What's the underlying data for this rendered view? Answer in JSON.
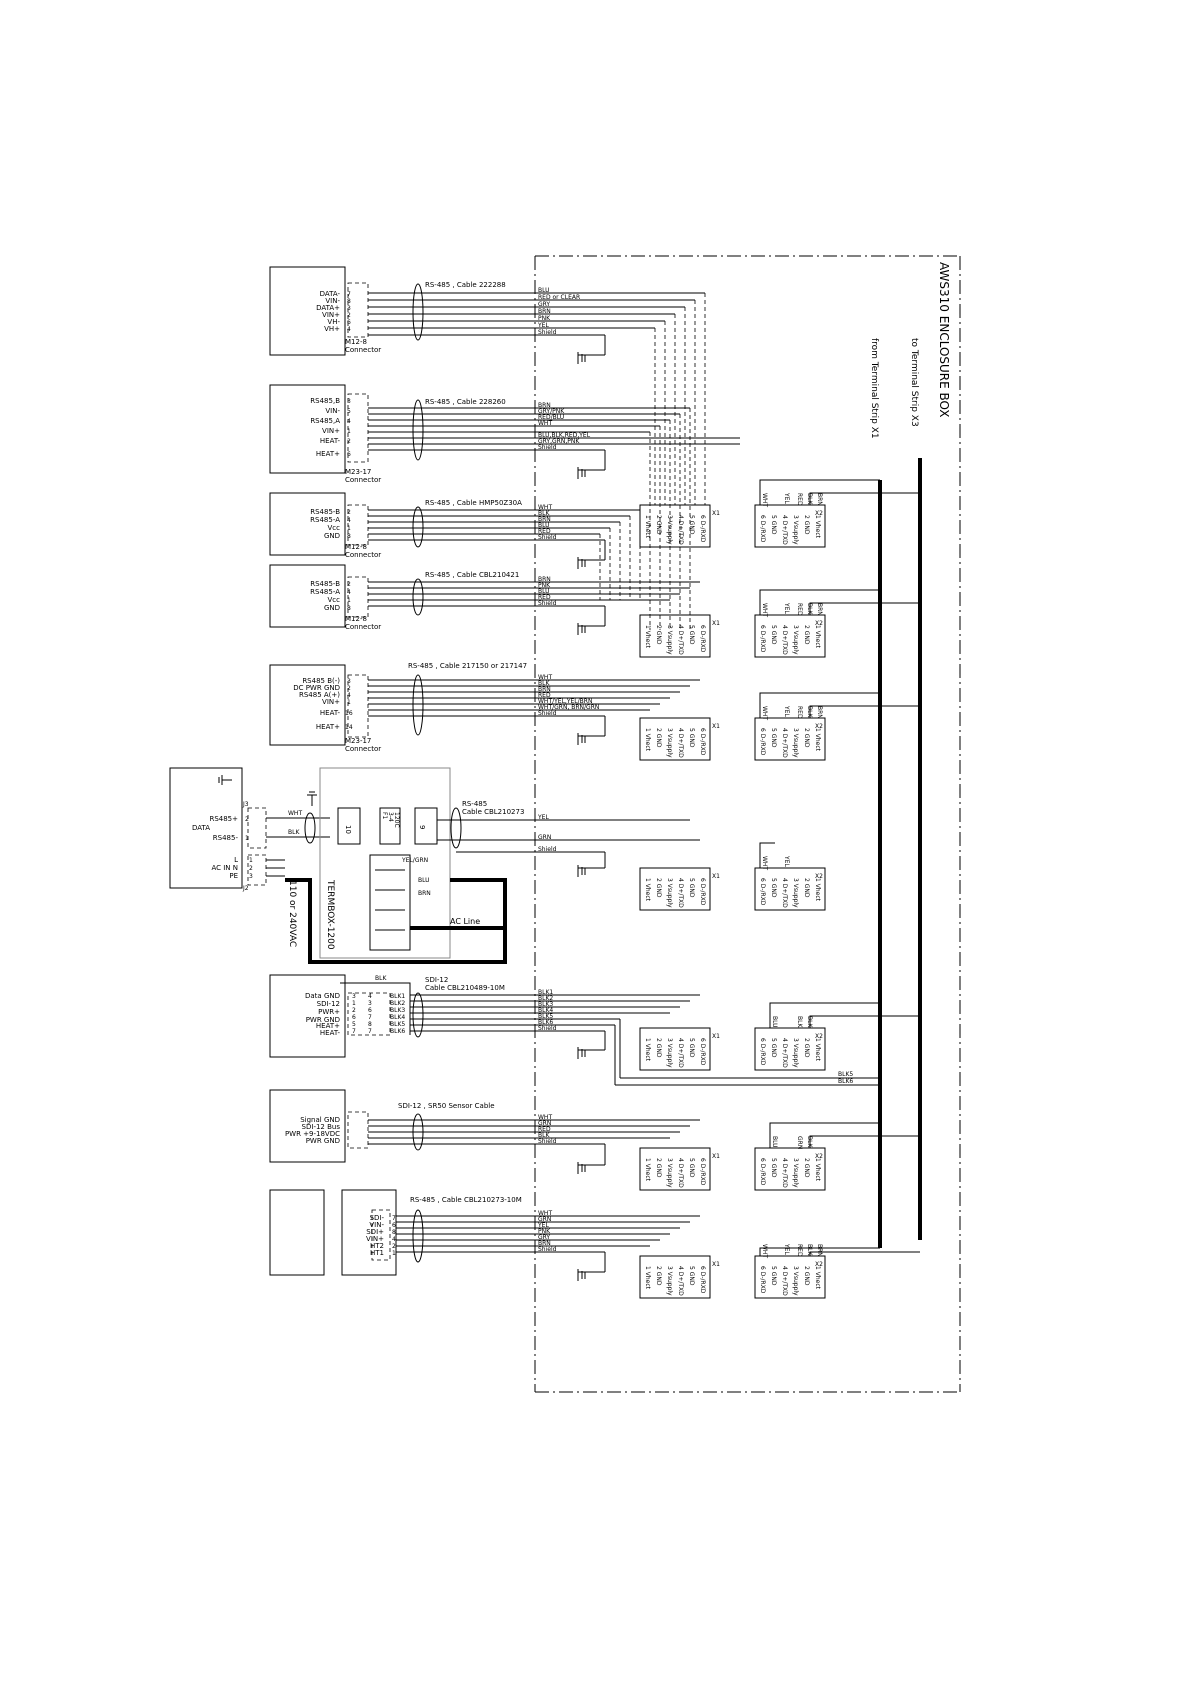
{
  "enclosure": {
    "title": "AWS310 ENCLOSURE BOX",
    "to_x3": "to Terminal Strip X3",
    "from_x1": "from Terminal Strip X1"
  },
  "terminal_block": {
    "left_label": "X1",
    "right_label": "X2",
    "left_pins": [
      "1 Vhect",
      "2 GND",
      "3 Vsupply",
      "4 D+/TXD",
      "5 GND",
      "6 D-/RXD"
    ],
    "right_pins": [
      "6 D-/RXD",
      "5 GND",
      "4 D+/TXD",
      "3 Vsupply",
      "2 GND",
      "1 Vhect"
    ]
  },
  "sensors": [
    {
      "pins": [
        "DATA-",
        "VIN-",
        "DATA+",
        "VIN+",
        "VH-",
        "VH+"
      ],
      "pin_numbers": [
        "7",
        "8",
        "3",
        "2",
        "6",
        "4"
      ],
      "connector": "M12-8\nConnector",
      "connector_lines": [
        "M12-8",
        "Connector"
      ],
      "cable": "RS-485 , Cable 222288",
      "wires": [
        "BLU",
        "RED or CLEAR",
        "GRY",
        "BRN",
        "PNK",
        "YEL",
        "Shield"
      ],
      "term_top": [
        "",
        "",
        "",
        "",
        ""
      ]
    },
    {
      "pins": [
        "RS485,B",
        "VIN-",
        "RS485,A",
        "VIN+",
        "HEAT-",
        "HEAT+"
      ],
      "pin_numbers": [
        "3",
        "5",
        "4",
        "1",
        "2",
        "6"
      ],
      "connector_lines": [
        "M23-17",
        "Connector"
      ],
      "cable": "RS-485 , Cable 228260",
      "wires": [
        "BRN",
        "GRY/PNK",
        "RED/BLU",
        "WHT",
        "BLU,BLK,RED,YEL",
        "GRY,GRN,PNK",
        "Shield"
      ]
    },
    {
      "pins": [
        "RS485-B",
        "RS485-A",
        "Vcc",
        "GND"
      ],
      "pin_numbers": [
        "2",
        "4",
        "1",
        "8"
      ],
      "connector_lines": [
        "M12-8",
        "Connector"
      ],
      "cable": "RS-485 , Cable HMP50Z30A",
      "wires": [
        "WHT",
        "BLK",
        "BRN",
        "BLU",
        "RED",
        "Shield"
      ],
      "term_top": [
        "WHT",
        "YEL",
        "RED",
        "BLK",
        "BRN"
      ]
    },
    {
      "pins": [
        "RS485-B",
        "RS485-A",
        "Vcc",
        "GND"
      ],
      "pin_numbers": [
        "2",
        "4",
        "1",
        "8"
      ],
      "connector_lines": [
        "M12-8",
        "Connector"
      ],
      "cable": "RS-485 , Cable CBL210421",
      "wires": [
        "BRN",
        "PNK",
        "BLU",
        "RED",
        "Shield"
      ],
      "term_top": [
        "WHT",
        "YEL",
        "RED",
        "BLK",
        "BRN"
      ]
    },
    {
      "pins": [
        "RS485 B(-)",
        "DC PWR GND",
        "RS485 A(+)",
        "VIN+",
        "HEAT-",
        "HEAT+"
      ],
      "pin_numbers": [
        "3",
        "2",
        "4",
        "1",
        "16",
        "14"
      ],
      "connector_lines": [
        "M23-17",
        "Connector"
      ],
      "cable": "RS-485 , Cable 217150 or 217147",
      "wires": [
        "WHT",
        "BLK",
        "BRN",
        "RED",
        "WHT/YEL,YEL/BRN",
        "WHT/GRN, BRN/GRN",
        "Shield"
      ],
      "term_top": [
        "WHT",
        "YEL",
        "RED",
        "BLK",
        "BRN"
      ]
    }
  ],
  "termbox": {
    "left_unit": {
      "pins_top": [
        "RS485+",
        "RS485-"
      ],
      "data_label": "DATA",
      "ac_labels": [
        "L",
        "AC IN  N",
        "PE"
      ],
      "j_labels": [
        "J3",
        "J2"
      ],
      "pin_nums": [
        "2",
        "1",
        "1",
        "2",
        "3"
      ],
      "wires": [
        "WHT",
        "BLK"
      ]
    },
    "name": "TERMBOX-1200",
    "terminals": [
      "10",
      "9"
    ],
    "fuse": "F1\n3-4\n120C",
    "fuse_lines": [
      "F1",
      "3-4",
      "120C"
    ],
    "supply": "110 or 240VAC",
    "cable_title": "RS-485",
    "cable_name": "Cable CBL210273",
    "wires": [
      "YEL",
      "GRN",
      "Shield"
    ],
    "ac_wires": [
      "YEL/GRN",
      "BLU",
      "BRN"
    ],
    "ac_line": "AC Line",
    "term_top": [
      "WHT",
      "YEL"
    ]
  },
  "sdi_sensor": {
    "pins": [
      "Data GND",
      "SDI-12",
      "PWR+",
      "PWR GND",
      "HEAT+",
      "HEAT-"
    ],
    "left_nums": [
      "3",
      "1",
      "2",
      "6",
      "5",
      "7"
    ],
    "right_nums": [
      "4",
      "3",
      "6",
      "7",
      "8",
      "7"
    ],
    "wire_tags": [
      "BLK1",
      "BLK2",
      "BLK3",
      "BLK4",
      "BLK5",
      "BLK6"
    ],
    "top_wire": "BLK",
    "cable_title": "SDI-12",
    "cable_name": "Cable CBL210489-10M",
    "wires": [
      "BLK1",
      "BLK2",
      "BLK3",
      "BLK4",
      "BLK5",
      "BLK6",
      "Shield"
    ],
    "extra_wires": [
      "BLK5",
      "BLK6"
    ],
    "term_top": [
      "BLU",
      "BLK",
      "BLK"
    ]
  },
  "sr50_sensor": {
    "pins": [
      "Signal GND",
      "SDI-12 Bus",
      "PWR +9-18VDC",
      "PWR GND"
    ],
    "cable": "SDI-12 , SR50 Sensor Cable",
    "wires": [
      "WHT",
      "GRN",
      "RED",
      "BLK",
      "Shield"
    ],
    "term_top": [
      "BLU",
      "GRN",
      "BLK"
    ]
  },
  "last_sensor": {
    "pins": [
      "SDI-",
      "VIN-",
      "SDI+",
      "VIN+",
      "HT2",
      "HT1"
    ],
    "pin_numbers": [
      "7",
      "6",
      "8",
      "4",
      "2",
      "1"
    ],
    "cable": "RS-485 , Cable CBL210273-10M",
    "wires": [
      "WHT",
      "GRN",
      "YEL",
      "PNK",
      "GRY",
      "BRN",
      "Shield"
    ],
    "term_top": [
      "WHT",
      "YEL",
      "RED",
      "BLK",
      "BRN"
    ]
  }
}
